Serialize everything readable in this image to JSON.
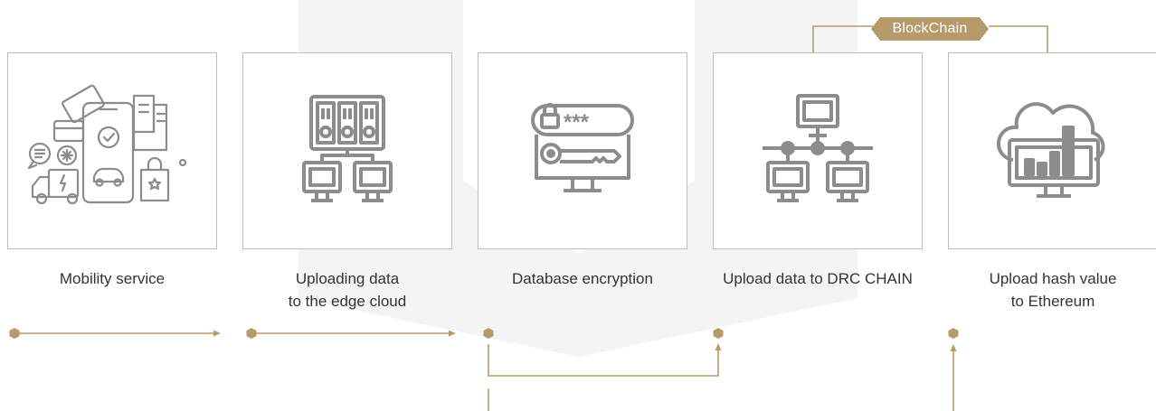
{
  "steps": [
    {
      "line1": "Mobility service",
      "line2": ""
    },
    {
      "line1": "Uploading data",
      "line2": "to the edge cloud"
    },
    {
      "line1": "Database encryption",
      "line2": ""
    },
    {
      "line1": "Upload data to DRC CHAIN",
      "line2": ""
    },
    {
      "line1": "Upload hash value",
      "line2": "to Ethereum"
    }
  ],
  "blockchain": {
    "label": "BlockChain"
  },
  "icons": [
    "mobility-services-icon",
    "server-rack-icon",
    "database-encryption-icon",
    "network-icon",
    "cloud-analytics-icon"
  ],
  "colors": {
    "accent": "#b59b6a",
    "icon": "#8c8c8c",
    "border": "#bdbdbd",
    "background_arrow": "#f2f2f2",
    "text": "#333333"
  }
}
